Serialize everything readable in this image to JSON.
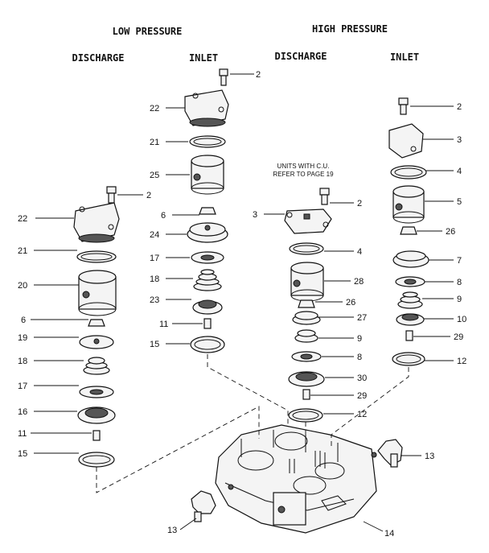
{
  "headers": {
    "low_pressure": "LOW PRESSURE",
    "high_pressure": "HIGH PRESSURE",
    "lp_discharge": "DISCHARGE",
    "lp_inlet": "INLET",
    "hp_discharge": "DISCHARGE",
    "hp_inlet": "INLET"
  },
  "note": {
    "line1": "UNITS WITH C.U.",
    "line2": "REFER TO PAGE 19"
  },
  "callouts": {
    "lp_inlet": [
      "2",
      "22",
      "21",
      "25",
      "6",
      "24",
      "17",
      "18",
      "23",
      "11",
      "15"
    ],
    "lp_discharge": [
      "2",
      "22",
      "21",
      "20",
      "6",
      "19",
      "18",
      "17",
      "16",
      "11",
      "15"
    ],
    "hp_discharge": [
      "2",
      "3",
      "4",
      "28",
      "26",
      "27",
      "9",
      "8",
      "30",
      "29",
      "12"
    ],
    "hp_inlet": [
      "2",
      "3",
      "4",
      "5",
      "26",
      "7",
      "8",
      "9",
      "10",
      "29",
      "12"
    ],
    "base": [
      "13",
      "13",
      "14"
    ]
  }
}
